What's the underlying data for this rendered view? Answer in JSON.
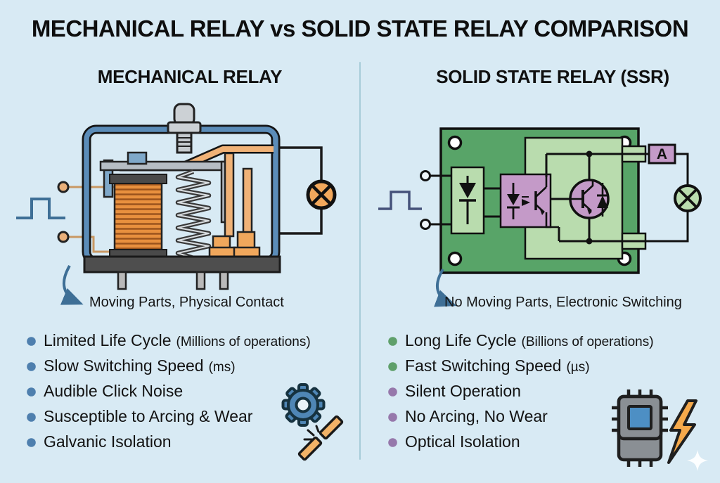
{
  "title": "MECHANICAL RELAY vs SOLID STATE RELAY COMPARISON",
  "left": {
    "header": "MECHANICAL RELAY",
    "caption": "Moving Parts, Physical Contact",
    "bullets": [
      {
        "main": "Limited Life Cycle",
        "note": "(Millions of operations)",
        "color": "#4e7fae"
      },
      {
        "main": "Slow Switching Speed",
        "note": "(ms)",
        "color": "#4e7fae"
      },
      {
        "main": "Audible Click Noise",
        "note": "",
        "color": "#4e7fae"
      },
      {
        "main": "Susceptible to Arcing & Wear",
        "note": "",
        "color": "#4e7fae"
      },
      {
        "main": "Galvanic Isolation",
        "note": "",
        "color": "#4e7fae"
      }
    ],
    "icons": [
      "gear-icon",
      "broken-lever-icon"
    ],
    "diagram": {
      "type": "mechanical-relay",
      "parts": [
        "square-wave-input",
        "coil",
        "spring",
        "armature",
        "contacts",
        "lamp"
      ]
    }
  },
  "right": {
    "header": "SOLID STATE RELAY (SSR)",
    "caption": "No Moving Parts, Electronic Switching",
    "ammeter_label": "A",
    "bullets": [
      {
        "main": "Long Life Cycle",
        "note": "(Billions of operations)",
        "color": "#5fa06b"
      },
      {
        "main": "Fast Switching Speed",
        "note": "(µs)",
        "color": "#5fa06b"
      },
      {
        "main": "Silent Operation",
        "note": "",
        "color": "#9678ab"
      },
      {
        "main": "No Arcing, No Wear",
        "note": "",
        "color": "#9678ab"
      },
      {
        "main": "Optical Isolation",
        "note": "",
        "color": "#9678ab"
      }
    ],
    "icons": [
      "chip-icon",
      "lightning-bolt-icon"
    ],
    "diagram": {
      "type": "solid-state-relay",
      "parts": [
        "square-wave-input",
        "input-diode",
        "optocoupler",
        "output-transistor",
        "ammeter",
        "lamp"
      ]
    }
  },
  "palette": {
    "background": "#d8eaf4",
    "divider": "#a7ccd8",
    "text": "#111111",
    "arrow": "#3e6f96",
    "relay_frame": "#5b8cb8",
    "coil": "#e8903e",
    "copper": "#f0b277",
    "lamp_left": "#f2a85c",
    "pcb": "#58a468",
    "pcb_inner": "#b9dcae",
    "component": "#c49ac8",
    "lamp_right": "#b9dcae",
    "gear": "#4f86b5",
    "bolt": "#f5a94b",
    "chip_core": "#4d8fc4"
  }
}
